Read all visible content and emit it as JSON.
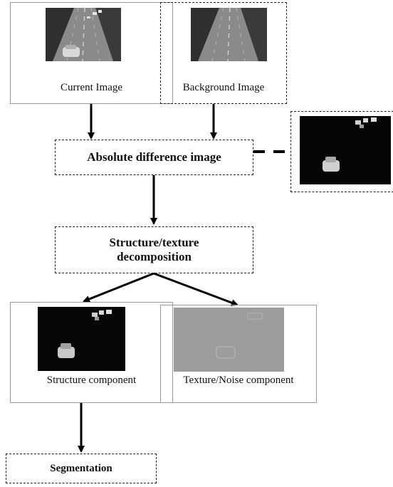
{
  "nodes": {
    "current_image": "Current Image",
    "background_image": "Background Image",
    "absolute_difference": "Absolute difference image",
    "decomposition_line1": "Structure/texture",
    "decomposition_line2": "decomposition",
    "structure_component": "Structure component",
    "texture_component": "Texture/Noise component",
    "segmentation": "Segmentation"
  }
}
